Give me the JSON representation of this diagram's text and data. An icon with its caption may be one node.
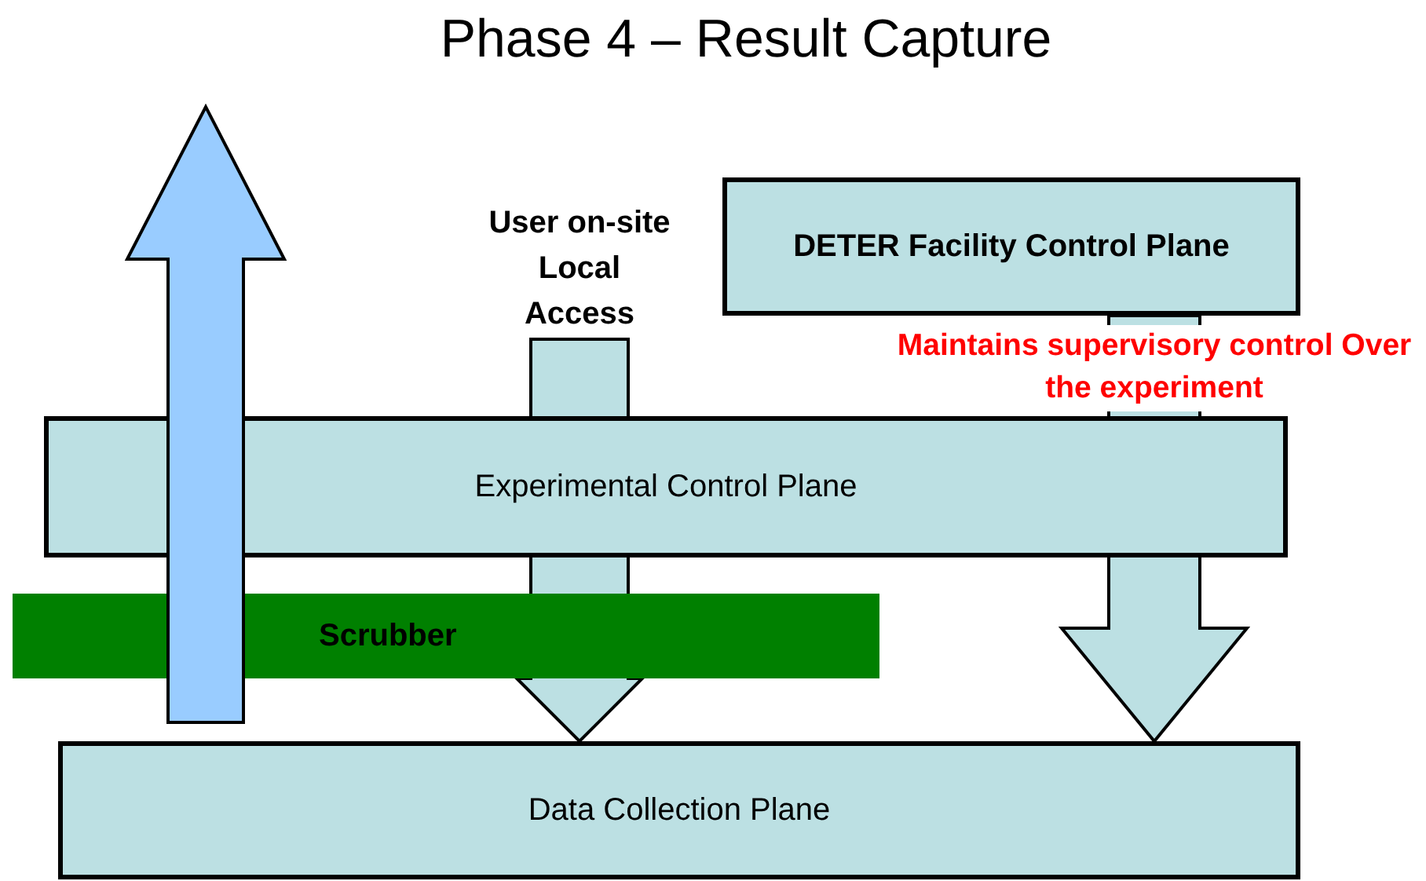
{
  "diagram": {
    "title": "Phase 4 – Result Capture",
    "nodes": [
      {
        "text": [
          "DETER  Facility Control Plane"
        ]
      },
      {
        "text": [
          "Experimental Control Plane"
        ]
      },
      {
        "text": [
          "Scrubber"
        ]
      },
      {
        "text": [
          "Data Collection Plane"
        ]
      },
      {
        "text": [
          "User on-site Local Access"
        ]
      }
    ],
    "edges": [
      {
        "from": 4,
        "to": 3,
        "arrow": "to"
      },
      {
        "from": 0,
        "to": 3,
        "arrow": "to",
        "label": "Maintains supervisory control Over the experiment"
      },
      {
        "from": 3,
        "to": null,
        "arrow": "to",
        "color": "#99ccff"
      }
    ]
  }
}
